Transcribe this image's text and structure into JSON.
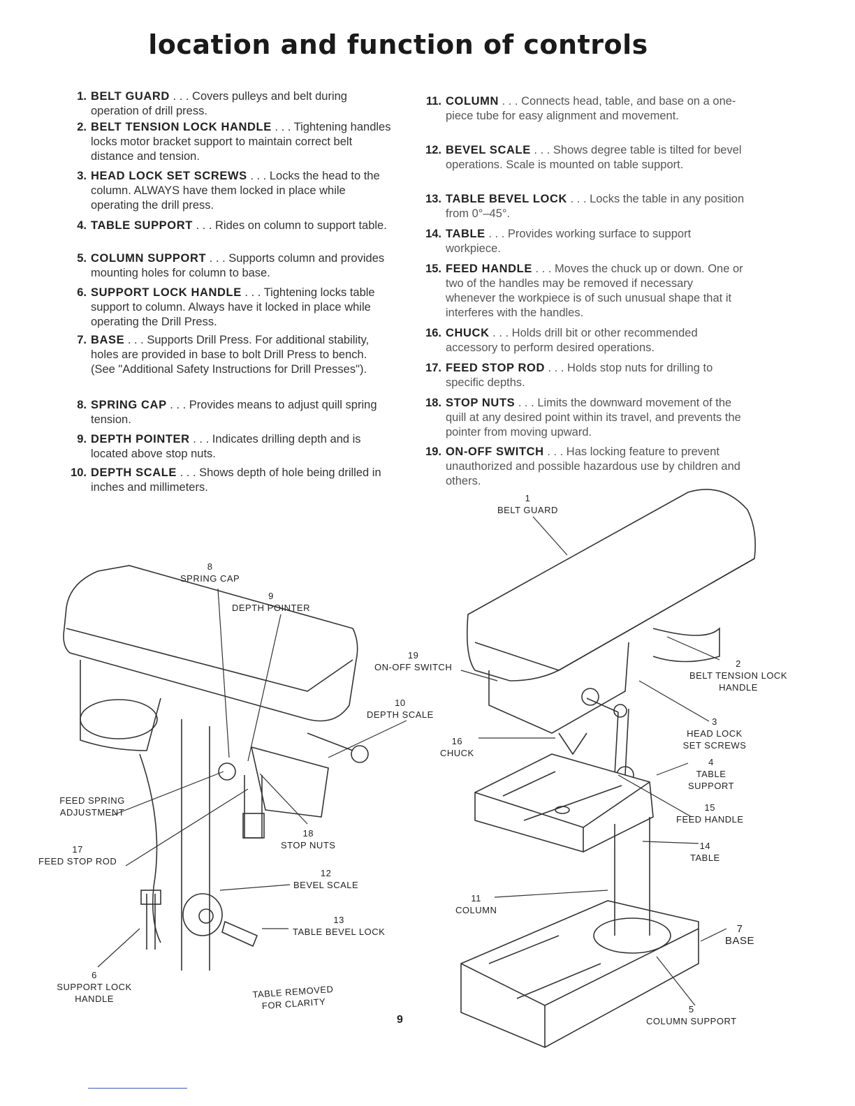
{
  "title": "location and function of controls",
  "items": [
    {
      "num": "1.",
      "head": "BELT GUARD",
      "text": " . . . Covers pulleys and belt during operation of drill press."
    },
    {
      "num": "2.",
      "head": "BELT TENSION LOCK HANDLE",
      "text": " . . . Tightening handles locks motor bracket support to maintain correct belt distance and tension."
    },
    {
      "num": "3.",
      "head": "HEAD LOCK SET SCREWS",
      "text": " . . . Locks the head to the column. ALWAYS have them locked in place while operating the drill press."
    },
    {
      "num": "4.",
      "head": "TABLE SUPPORT",
      "text": " . . . Rides on column to support table."
    },
    {
      "num": "5.",
      "head": "COLUMN SUPPORT",
      "text": " . . . Supports column and provides mounting holes for column to base."
    },
    {
      "num": "6.",
      "head": "SUPPORT LOCK HANDLE",
      "text": " . . . Tightening locks table support to column. Always have it locked in place while operating the Drill Press."
    },
    {
      "num": "7.",
      "head": "BASE",
      "text": " . . . Supports Drill Press. For additional stability, holes are provided in base to bolt Drill Press to bench. (See \"Additional Safety Instructions for Drill Presses\")."
    },
    {
      "num": "8.",
      "head": "SPRING CAP",
      "text": " . . . Provides means to adjust quill spring tension."
    },
    {
      "num": "9.",
      "head": "DEPTH POINTER",
      "text": " . . . Indicates drilling depth and is located above stop nuts."
    },
    {
      "num": "10.",
      "head": "DEPTH SCALE",
      "text": " . . . Shows depth of hole being drilled in inches and millimeters."
    },
    {
      "num": "11.",
      "head": "COLUMN",
      "text": " . . . Connects head, table, and base on a one-piece tube for easy alignment and movement."
    },
    {
      "num": "12.",
      "head": "BEVEL SCALE",
      "text": " . . . Shows degree table is tilted for bevel operations. Scale is mounted on table support."
    },
    {
      "num": "13.",
      "head": "TABLE BEVEL LOCK",
      "text": " . . . Locks the table in any position from 0°–45°."
    },
    {
      "num": "14.",
      "head": "TABLE",
      "text": " . . . Provides working surface to support workpiece."
    },
    {
      "num": "15.",
      "head": "FEED HANDLE",
      "text": " . . . Moves the chuck up or down. One or two of the handles may be removed if necessary whenever the workpiece is of such unusual shape that it interferes with the handles."
    },
    {
      "num": "16.",
      "head": "CHUCK",
      "text": " . . . Holds drill bit or other recommended accessory to perform desired operations."
    },
    {
      "num": "17.",
      "head": "FEED STOP ROD",
      "text": " . . . Holds stop nuts for drilling to specific depths."
    },
    {
      "num": "18.",
      "head": "STOP NUTS",
      "text": " . . . Limits the downward movement of the quill at any desired point within its travel, and prevents the pointer from moving upward."
    },
    {
      "num": "19.",
      "head": "ON-OFF SWITCH",
      "text": " . . . Has locking feature to prevent unauthorized and possible hazardous use by children and others."
    }
  ],
  "labels": {
    "l8": {
      "num": "8",
      "name": "SPRING CAP"
    },
    "l9": {
      "num": "9",
      "name": "DEPTH POINTER"
    },
    "l19": {
      "num": "19",
      "name": "ON-OFF SWITCH"
    },
    "l10": {
      "num": "10",
      "name": "DEPTH SCALE"
    },
    "feed_spring": "FEED SPRING ADJUSTMENT",
    "l17": {
      "num": "17",
      "name": "FEED STOP ROD"
    },
    "l18": {
      "num": "18",
      "name": "STOP NUTS"
    },
    "l12": {
      "num": "12",
      "name": "BEVEL SCALE"
    },
    "l13": {
      "num": "13",
      "name": "TABLE BEVEL LOCK"
    },
    "l6": {
      "num": "6",
      "name": "SUPPORT LOCK HANDLE"
    },
    "removed": "TABLE REMOVED FOR CLARITY",
    "l1": {
      "num": "1",
      "name": "BELT GUARD"
    },
    "l2": {
      "num": "2",
      "name": "BELT TENSION LOCK HANDLE"
    },
    "l3": {
      "num": "3",
      "name": "HEAD LOCK SET SCREWS"
    },
    "l4": {
      "num": "4",
      "name": "TABLE SUPPORT"
    },
    "l16": {
      "num": "16",
      "name": "CHUCK"
    },
    "l15": {
      "num": "15",
      "name": "FEED HANDLE"
    },
    "l14": {
      "num": "14",
      "name": "TABLE"
    },
    "l11": {
      "num": "11",
      "name": "COLUMN"
    },
    "l7": {
      "num": "7",
      "name": "BASE"
    },
    "l5": {
      "num": "5",
      "name": "COLUMN SUPPORT"
    }
  },
  "page_number": "9"
}
